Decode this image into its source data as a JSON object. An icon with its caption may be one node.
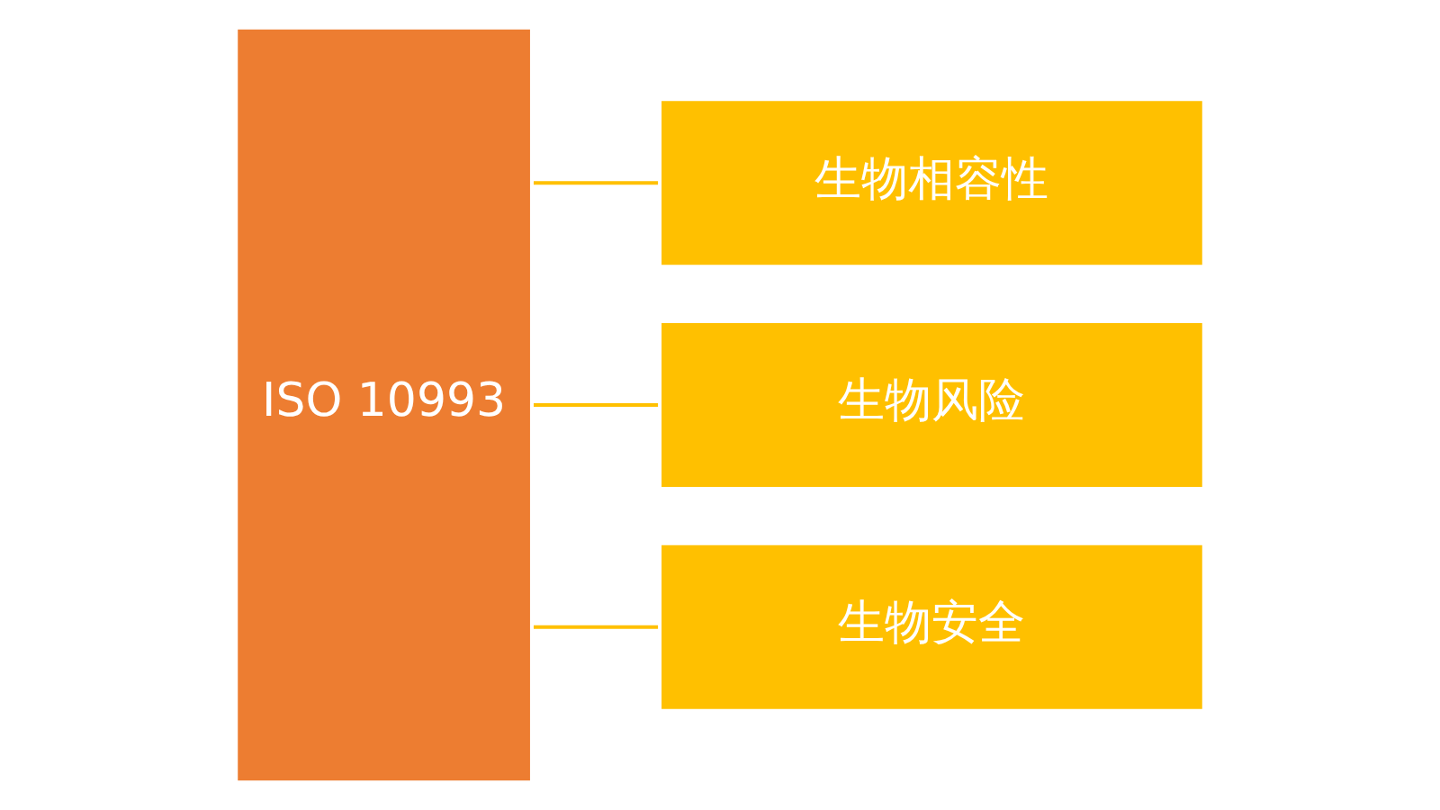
{
  "diagram": {
    "nodes": [
      {
        "text": [
          "ISO 10993"
        ]
      },
      {
        "text": [
          "生物相容性"
        ]
      },
      {
        "text": [
          "生物风险"
        ]
      },
      {
        "text": [
          "生物安全"
        ]
      }
    ],
    "edges": [
      {
        "from": 0,
        "to": 1,
        "arrow": "none"
      },
      {
        "from": 0,
        "to": 2,
        "arrow": "none"
      },
      {
        "from": 0,
        "to": 3,
        "arrow": "none"
      }
    ]
  }
}
